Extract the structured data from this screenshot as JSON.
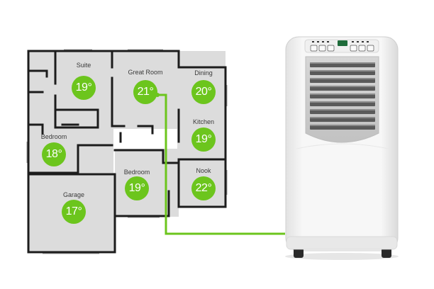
{
  "rooms": {
    "suite": {
      "label": "Suite",
      "temp": "19°"
    },
    "great_room": {
      "label": "Great Room",
      "temp": "21°"
    },
    "dining": {
      "label": "Dining",
      "temp": "20°"
    },
    "kitchen": {
      "label": "Kitchen",
      "temp": "19°"
    },
    "bedroom_left": {
      "label": "Bedroom",
      "temp": "18°"
    },
    "bedroom_center": {
      "label": "Bedroom",
      "temp": "19°"
    },
    "nook": {
      "label": "Nook",
      "temp": "22°"
    },
    "garage": {
      "label": "Garage",
      "temp": "17°"
    }
  },
  "colors": {
    "accent": "#6cc51d",
    "wall": "#1c1c1c",
    "floor": "#dcdcdc",
    "unit_body": "#f4f4f4",
    "grille": "#5a5a5a"
  }
}
